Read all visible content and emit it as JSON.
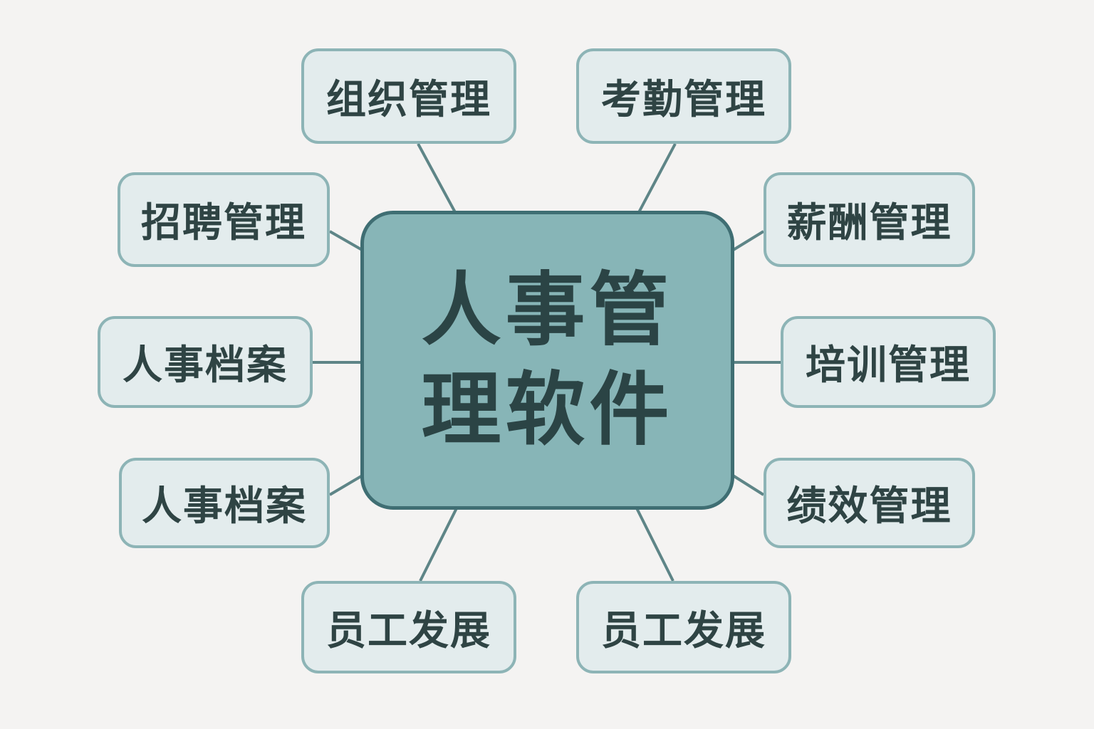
{
  "center": {
    "line1": "人事管",
    "line2": "理软件"
  },
  "nodes": [
    {
      "label": "组织管理"
    },
    {
      "label": "考勤管理"
    },
    {
      "label": "招聘管理"
    },
    {
      "label": "薪酬管理"
    },
    {
      "label": "人事档案"
    },
    {
      "label": "培训管理"
    },
    {
      "label": "人事档案"
    },
    {
      "label": "绩效管理"
    },
    {
      "label": "员工发展"
    },
    {
      "label": "员工发展"
    }
  ],
  "colors": {
    "center_fill": "#87b5b7",
    "center_border": "#3f6e73",
    "node_fill": "#e3eced",
    "node_border": "#8db4b6",
    "text": "#2f4444",
    "background": "#f4f3f2"
  }
}
